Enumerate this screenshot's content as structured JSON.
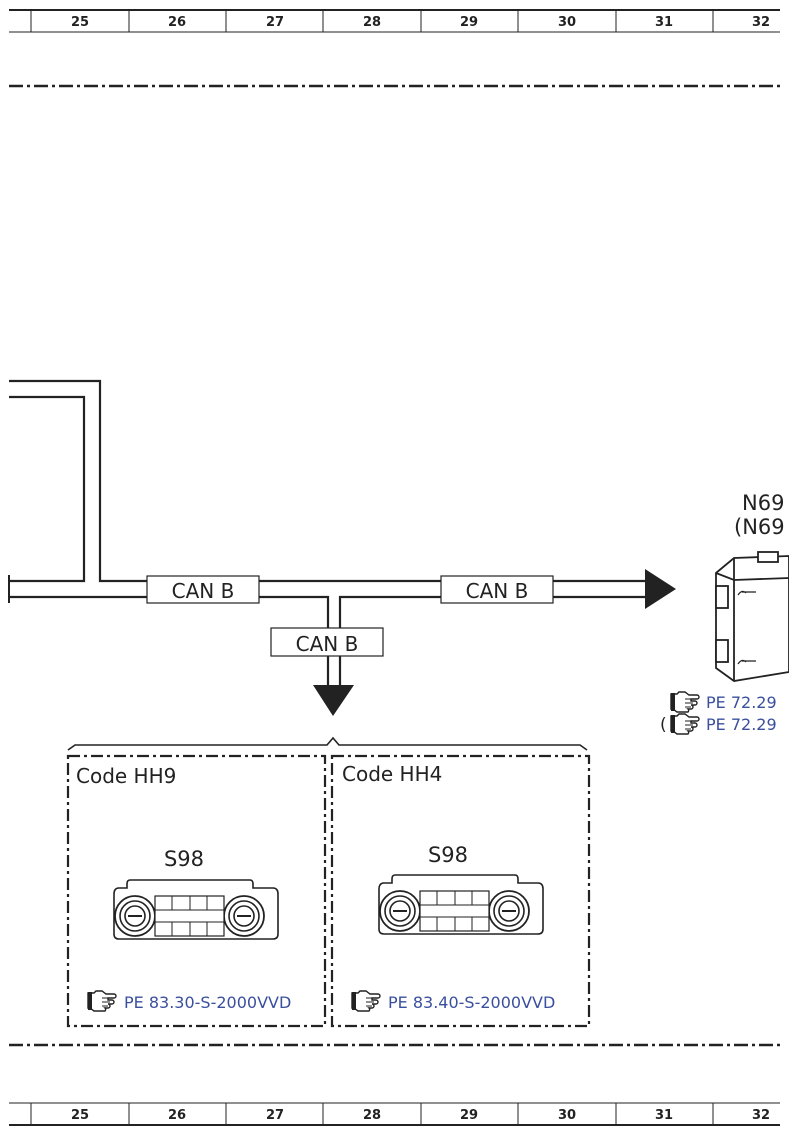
{
  "grid": {
    "columns": [
      "25",
      "26",
      "27",
      "28",
      "29",
      "30",
      "31",
      "32"
    ]
  },
  "bus": {
    "segment_left": "CAN B",
    "segment_right": "CAN B",
    "segment_down": "CAN B"
  },
  "module_right": {
    "label": "N69",
    "label_alt": "(N69",
    "ref_1": "PE 72.29",
    "ref_2": "PE 72.29",
    "ref_2_prefix": "("
  },
  "options": [
    {
      "code": "Code HH9",
      "component": "S98",
      "reference": "PE 83.30-S-2000VVD"
    },
    {
      "code": "Code HH4",
      "component": "S98",
      "reference": "PE 83.40-S-2000VVD"
    }
  ],
  "icons": {
    "reference": "pointing-hand-icon",
    "control_unit": "climate-control-panel-icon",
    "module": "control-module-icon"
  },
  "colors": {
    "line": "#222222",
    "link": "#3a4f9e"
  }
}
